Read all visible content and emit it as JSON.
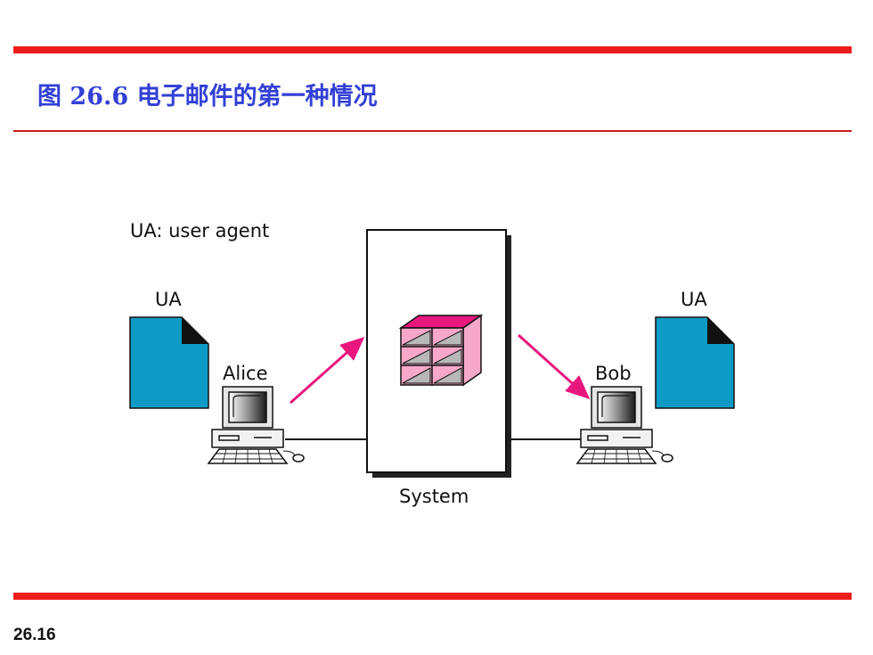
{
  "slide": {
    "title_prefix": "图",
    "title_number": "26.6",
    "title_text": "电子邮件的第一种情况",
    "page_number": "26.16"
  },
  "diagram": {
    "legend_note": "UA: user agent",
    "left_ua_label": "UA",
    "right_ua_label": "UA",
    "left_user": "Alice",
    "right_user": "Bob",
    "system_label": "System",
    "colors": {
      "accent_red": "#ee1c1c",
      "title_blue": "#3340d6",
      "ua_doc": "#0d9bc6",
      "arrow": "#e8177d",
      "mailbox": "#f7a8c8"
    }
  }
}
